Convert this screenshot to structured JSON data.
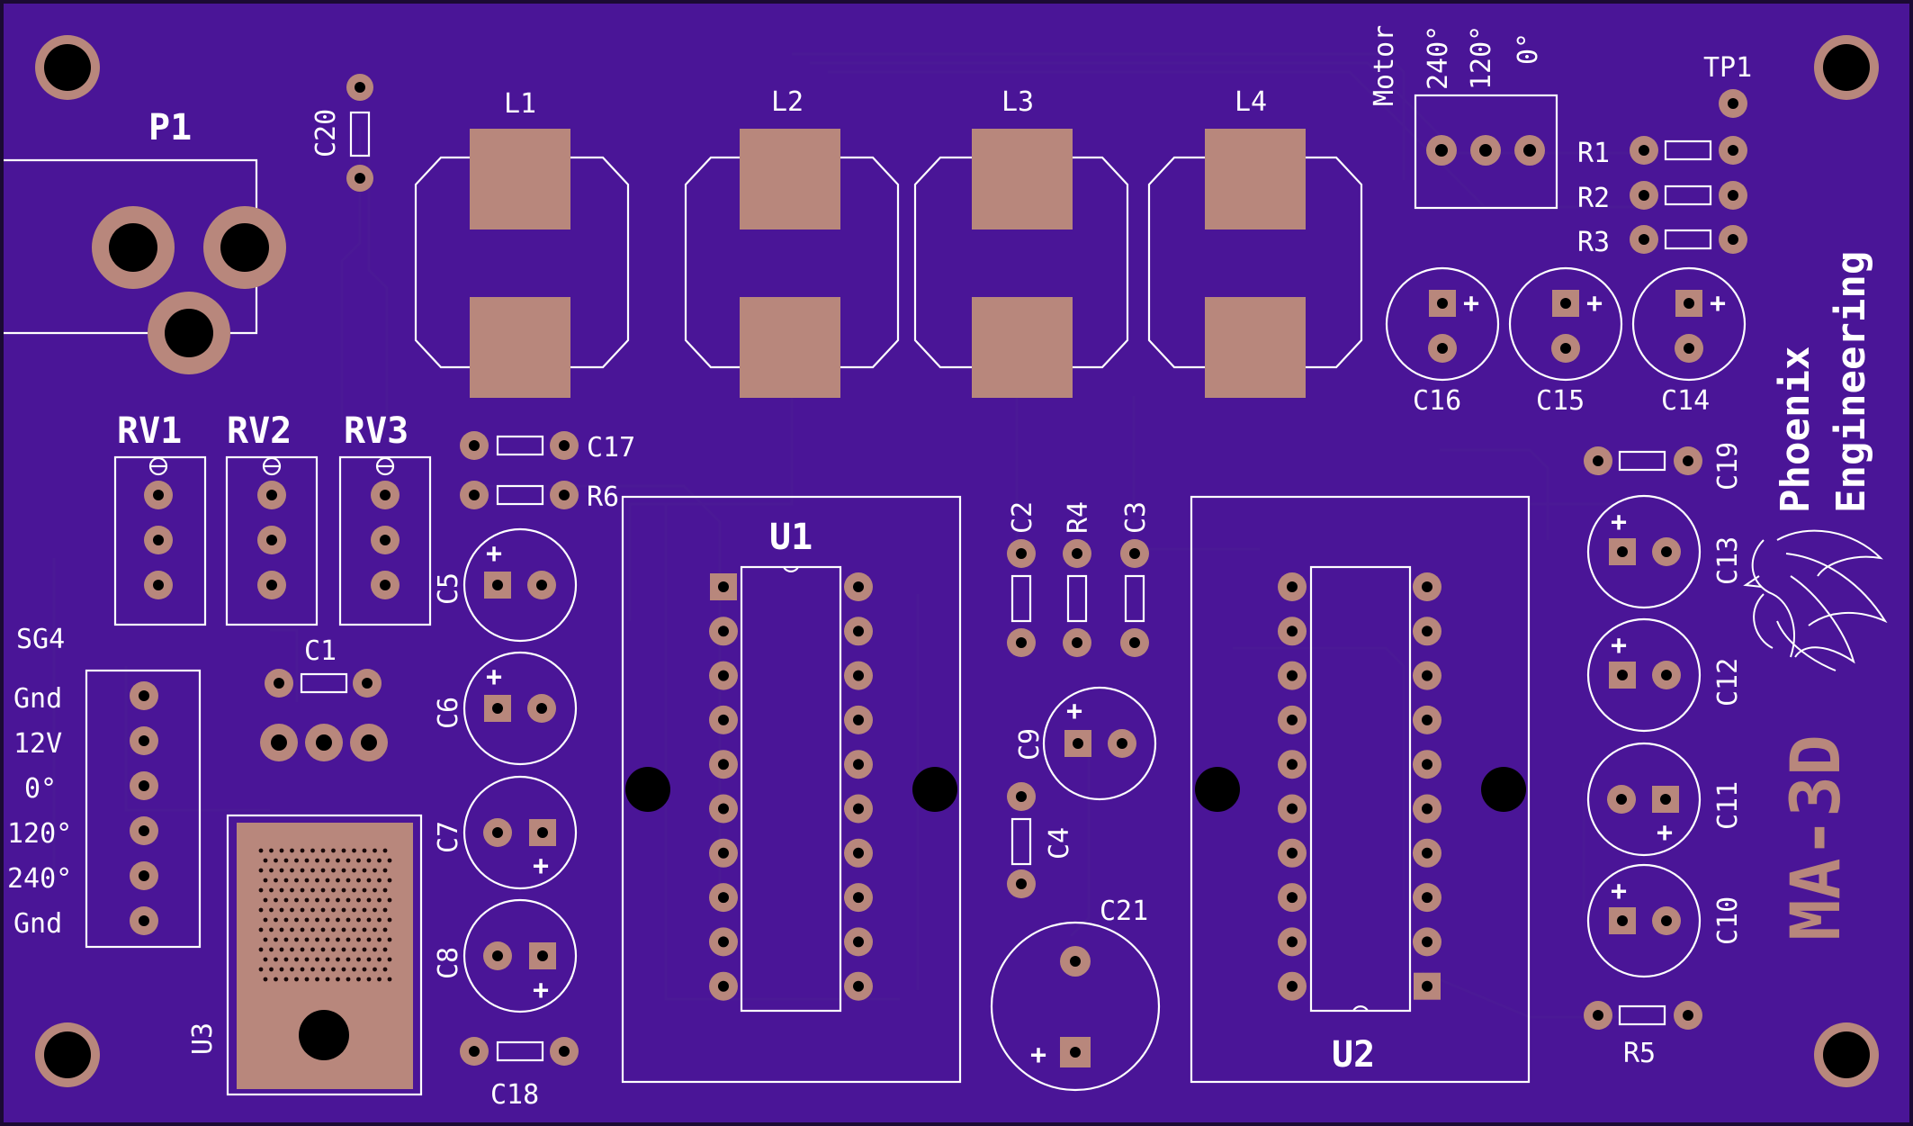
{
  "board": {
    "name": "MA-3D",
    "brand_line1": "Phoenix",
    "brand_line2": "Engineering",
    "colors": {
      "board": "#4a1597",
      "edge": "#1b0a33",
      "silk": "#ffffff",
      "pad": "#b8877c",
      "hole": "#000000"
    }
  },
  "connectors": {
    "p1": "P1",
    "sg4": "SG4",
    "sg4_pins": [
      "Gnd",
      "12V",
      "0°",
      "120°",
      "240°",
      "Gnd"
    ],
    "motor": "Motor",
    "motor_pins": [
      "240°",
      "120°",
      "0°"
    ],
    "tp1": "TP1"
  },
  "inductors": [
    "L1",
    "L2",
    "L3",
    "L4"
  ],
  "trimmers": [
    "RV1",
    "RV2",
    "RV3"
  ],
  "ics": {
    "u1": "U1",
    "u2": "U2",
    "u3": "U3"
  },
  "resistors": {
    "r1": "R1",
    "r2": "R2",
    "r3": "R3",
    "r4": "R4",
    "r5": "R5",
    "r6": "R6"
  },
  "caps": {
    "c1": "C1",
    "c2": "C2",
    "c3": "C3",
    "c4": "C4",
    "c5": "C5",
    "c6": "C6",
    "c7": "C7",
    "c8": "C8",
    "c9": "C9",
    "c10": "C10",
    "c11": "C11",
    "c12": "C12",
    "c13": "C13",
    "c14": "C14",
    "c15": "C15",
    "c16": "C16",
    "c17": "C17",
    "c18": "C18",
    "c19": "C19",
    "c20": "C20",
    "c21": "C21"
  },
  "polarity_mark": "+"
}
